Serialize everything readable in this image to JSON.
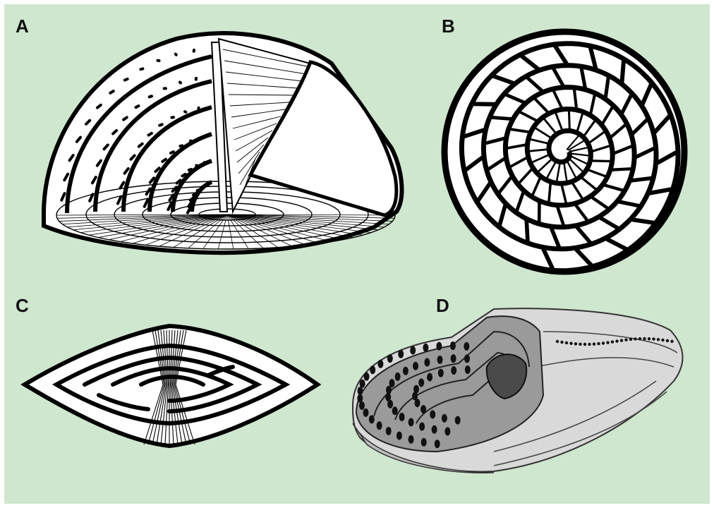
{
  "figure": {
    "background_color": "#cfe6cf",
    "panels": [
      {
        "label": "A",
        "subject": "foraminifera-test-cutaway"
      },
      {
        "label": "B",
        "subject": "planispiral-section"
      },
      {
        "label": "C",
        "subject": "axial-section"
      },
      {
        "label": "D",
        "subject": "alveolinid-test-cutaway"
      }
    ]
  }
}
